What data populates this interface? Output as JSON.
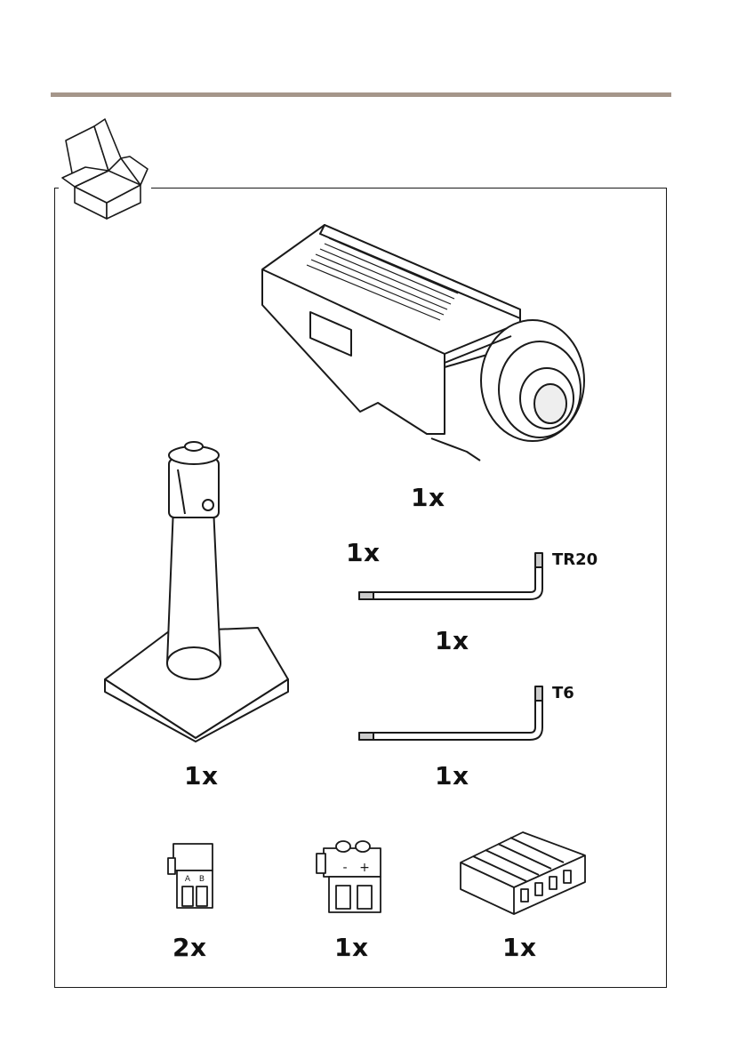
{
  "colors": {
    "rule": "#a5968a",
    "line": "#1a1a1a"
  },
  "icons": [
    "package-box-icon",
    "camera-illustration",
    "mount-stand-illustration",
    "tr20-key-illustration",
    "t6-key-illustration",
    "rs485-connector-illustration",
    "power-connector-illustration",
    "io-connector-illustration"
  ],
  "items": {
    "camera_qty": "1x",
    "tr20_key_qty": "1x",
    "tr20_key_label": "TR20",
    "t6_key_qty": "1x",
    "t6_key_label": "T6",
    "stand_qty": "1x",
    "stand_tool_qty": "1x",
    "rs485_qty": "2x",
    "rs485_labels": [
      "A",
      "B"
    ],
    "power_qty": "1x",
    "power_labels": [
      "-",
      "+"
    ],
    "io_qty": "1x"
  }
}
